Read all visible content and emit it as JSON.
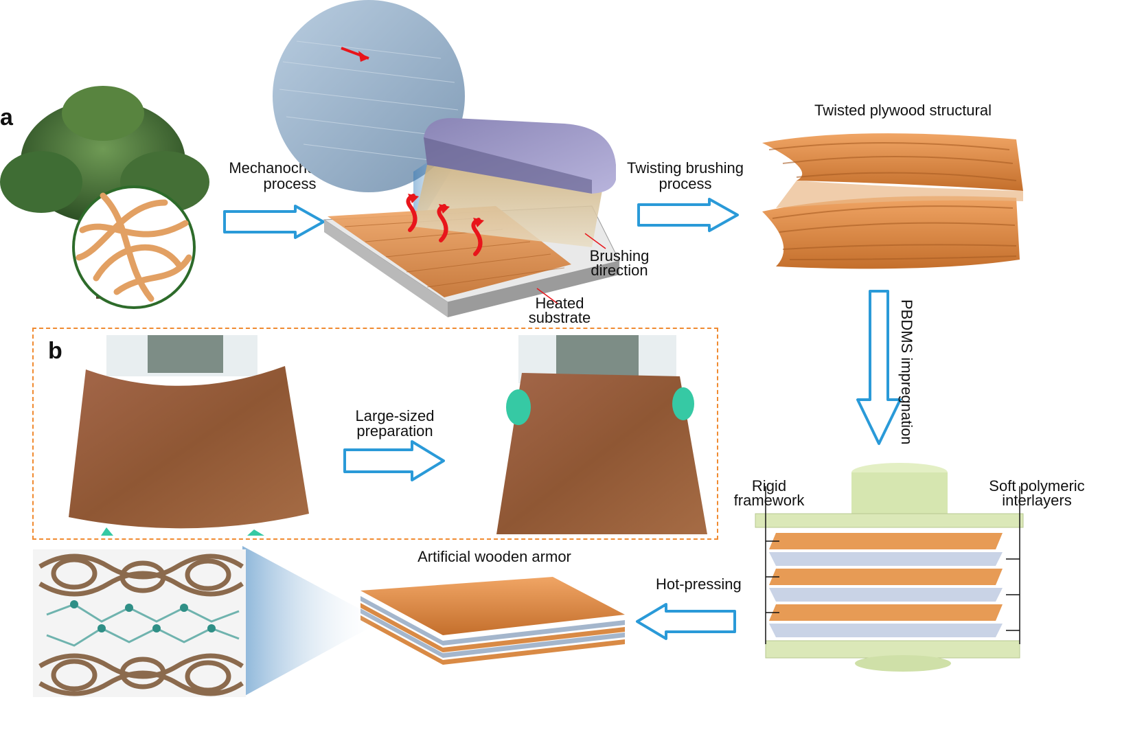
{
  "panels": {
    "a": "a",
    "b": "b"
  },
  "labels": {
    "mechanochemical": [
      "Mechanochemical",
      "process"
    ],
    "twisting": [
      "Twisting brushing",
      "process"
    ],
    "plywood_title": "Twisted plywood structural",
    "brushing_direction": [
      "Brushing",
      "direction"
    ],
    "heated_substrate": [
      "Heated",
      "substrate"
    ],
    "pdms": "PBDMS impregnation",
    "large_sized": [
      "Large-sized",
      "preparation"
    ],
    "rigid_framework": [
      "Rigid",
      "framework"
    ],
    "soft_interlayers": [
      "Soft polymeric",
      "interlayers"
    ],
    "armor_title": "Artificial wooden armor",
    "hot_pressing": "Hot-pressing"
  },
  "colors": {
    "arrow_blue": "#2a9ad8",
    "wood_orange": "#d98a45",
    "panel_border": "#f08a30",
    "red_arrow": "#e8151b",
    "tree_green": "#3f6d34",
    "sheet_brown": "#9a5d39",
    "glove": "#36c9a4"
  }
}
